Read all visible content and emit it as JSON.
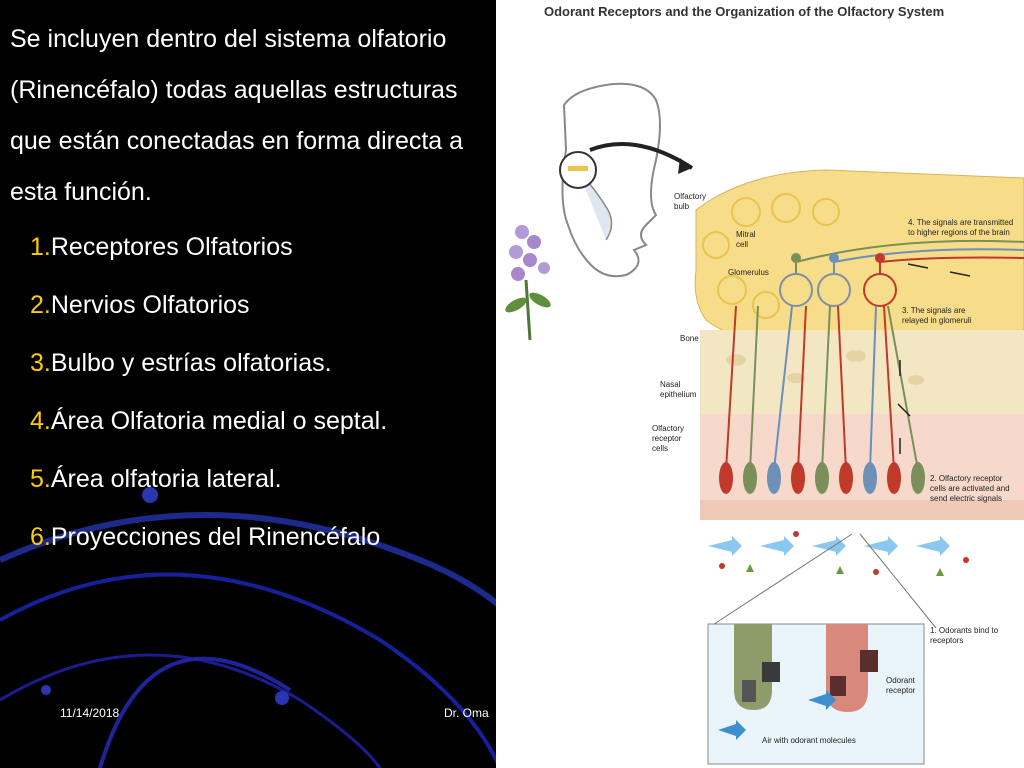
{
  "slide": {
    "intro_text": "Se incluyen dentro del sistema olfatorio (Rinencéfalo) todas aquellas estructuras que están conectadas en forma directa a esta función.",
    "items": [
      {
        "number": "1.",
        "label": "Receptores Olfatorios"
      },
      {
        "number": "2.",
        "label": "Nervios Olfatorios"
      },
      {
        "number": "3.",
        "label": "Bulbo y estrías olfatorias."
      },
      {
        "number": "4.",
        "label": "Área Olfatoria medial o septal."
      },
      {
        "number": "5.",
        "label": "Área olfatoria lateral."
      },
      {
        "number": "6.",
        "label": "Proyecciones del Rinencéfalo"
      }
    ],
    "footer": {
      "date": "11/14/2018",
      "author": "Dr. Oma"
    }
  },
  "figure": {
    "title": "Odorant Receptors and the Organization of the Olfactory System",
    "labels": {
      "olfactory_bulb": "Olfactory bulb",
      "mitral_cell": "Mitral cell",
      "glomerulus": "Glomerulus",
      "bone": "Bone",
      "nasal_epithelium": "Nasal epithelium",
      "olfactory_receptor_cells": "Olfactory receptor cells",
      "step4": "4. The signals are transmitted to higher regions of the brain",
      "step3": "3. The signals are relayed in glomeruli",
      "step2": "2. Olfactory receptor cells are activated and send electric signals",
      "step1": "1. Odorants bind to receptors",
      "odorant_receptor": "Odorant receptor",
      "air_with_odorants": "Air with odorant molecules"
    }
  },
  "colors": {
    "background": "#000000",
    "text": "#ffffff",
    "list_number": "#ffcc00",
    "bulb": "#f7dd8a",
    "bone": "#f3e6c2",
    "receptor_red": "#c0392b",
    "receptor_green": "#7a8f5a",
    "receptor_blue": "#6d8fb8"
  }
}
